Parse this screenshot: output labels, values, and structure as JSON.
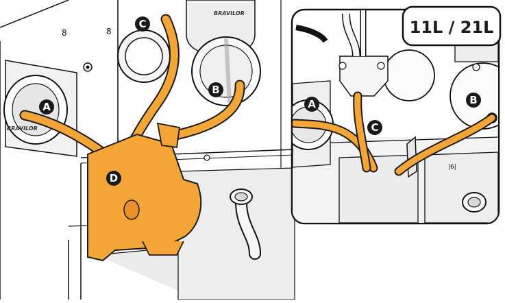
{
  "size_label": "11L / 21L",
  "callouts": {
    "main": {
      "a": "A",
      "b": "B",
      "c": "C",
      "d": "D"
    },
    "inset": {
      "a": "A",
      "b": "B",
      "c": "C"
    }
  },
  "colors": {
    "tube_orange": "#f3a536",
    "tube_outline": "#1a1a1a",
    "panel_gray": "#e9e9e9",
    "line_black": "#111111",
    "callout_fill": "#1a1a1a"
  },
  "icons": [
    "hose-tube",
    "pump-housing",
    "bracket",
    "screw"
  ]
}
